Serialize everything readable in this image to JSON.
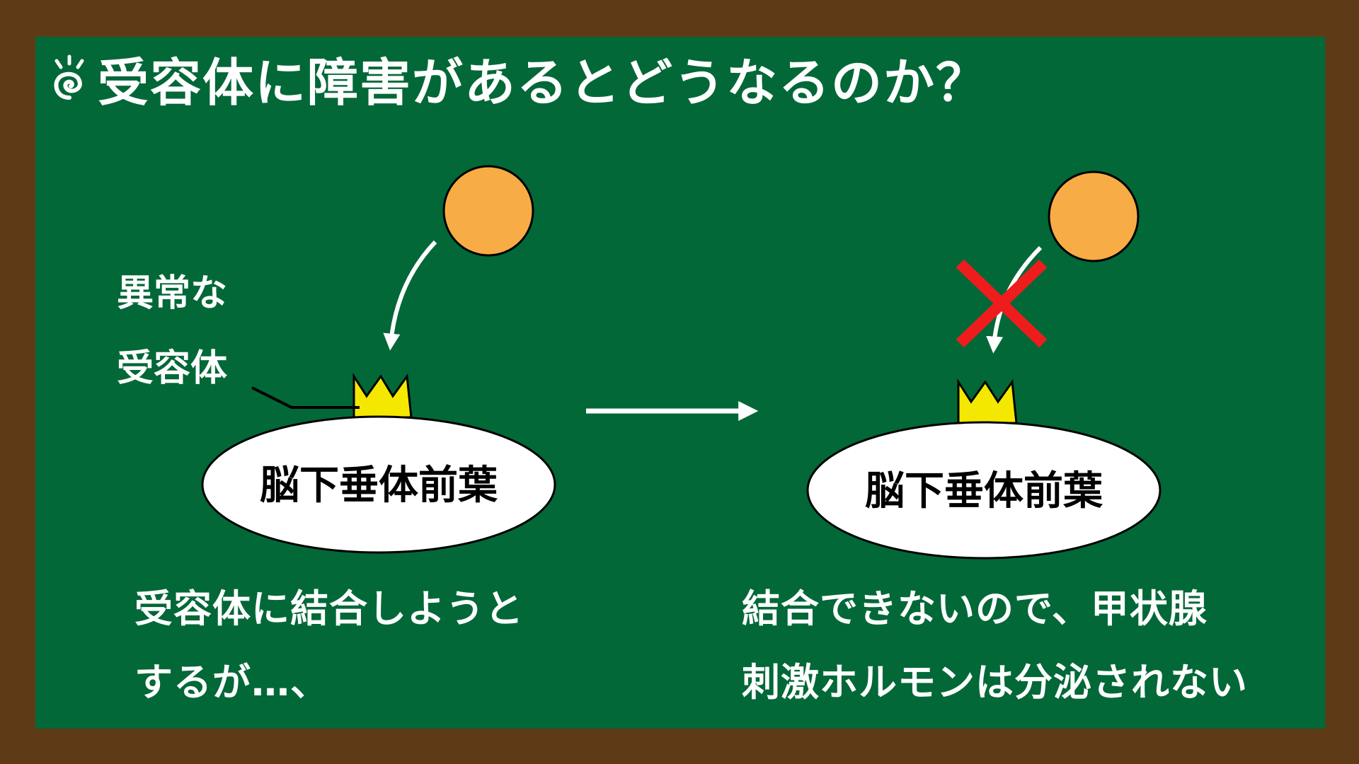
{
  "title": "受容体に障害があるとどうなるのか？",
  "label_abnormal_line1": "異常な",
  "label_abnormal_line2": "受容体",
  "left_organ_label": "脳下垂体前葉",
  "right_organ_label": "脳下垂体前葉",
  "left_caption_line1": "受容体に結合しようと",
  "left_caption_line2": "するが…、",
  "right_caption_line1": "結合できないので、甲状腺",
  "right_caption_line2": "刺激ホルモンは分泌されない",
  "colors": {
    "frame": "#5e3a17",
    "board": "#026838",
    "hormone": "#f8ac45",
    "receptor": "#f5e800",
    "block_mark": "#ee1c1c",
    "text": "#ffffff"
  },
  "icons": {
    "title_icon": "lightbulb-spiral-icon",
    "block_icon": "cross-icon"
  }
}
